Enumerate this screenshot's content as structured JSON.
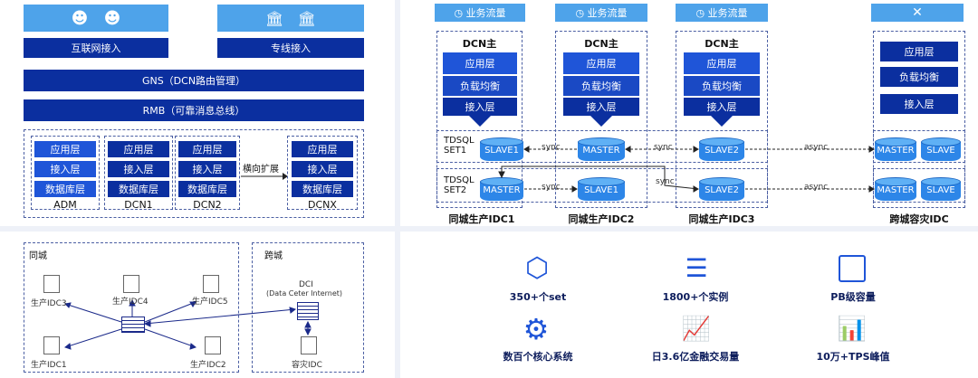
{
  "tl": {
    "top_internet": "互联网接入",
    "top_dedicated": "专线接入",
    "gns": "GNS（DCN路由管理）",
    "rmb": "RMB（可靠消息总线）",
    "expand": "横向扩展",
    "columns": [
      {
        "name": "ADM",
        "l1": "应用层",
        "l2": "接入层",
        "l3": "数据库层"
      },
      {
        "name": "DCN1",
        "l1": "应用层",
        "l2": "接入层",
        "l3": "数据库层"
      },
      {
        "name": "DCN2",
        "l1": "应用层",
        "l2": "接入层",
        "l3": "数据库层"
      },
      {
        "name": "DCNX",
        "l1": "应用层",
        "l2": "接入层",
        "l3": "数据库层"
      }
    ]
  },
  "tr": {
    "traffic": "业务流量",
    "dcn_main": "DCN主",
    "app": "应用层",
    "lb": "负载均衡",
    "access": "接入层",
    "set1": "TDSQL\nSET1",
    "set1_a": "TDSQL",
    "set1_b": "SET1",
    "set2_a": "TDSQL",
    "set2_b": "SET2",
    "sync": "sync",
    "async": "async",
    "master": "MASTER",
    "slave": "SLAVE",
    "slave1": "SLAVE1",
    "slave2": "SLAVE2",
    "idc1": "同城生产IDC1",
    "idc2": "同城生产IDC2",
    "idc3": "同城生产IDC3",
    "dr_idc": "跨城容灾IDC"
  },
  "bl": {
    "same_city": "同城",
    "cross_city": "跨城",
    "idc3": "生产IDC3",
    "idc4": "生产IDC4",
    "idc5": "生产IDC5",
    "idc1": "生产IDC1",
    "idc2": "生产IDC2",
    "dci": "DCI",
    "dci_full": "(Data Ceter Internet)",
    "dr": "容灾IDC"
  },
  "br": {
    "features": [
      "350+个set",
      "1800+个实例",
      "PB级容量",
      "数百个核心系统",
      "日3.6亿金融交易量",
      "10万+TPS峰值"
    ]
  }
}
